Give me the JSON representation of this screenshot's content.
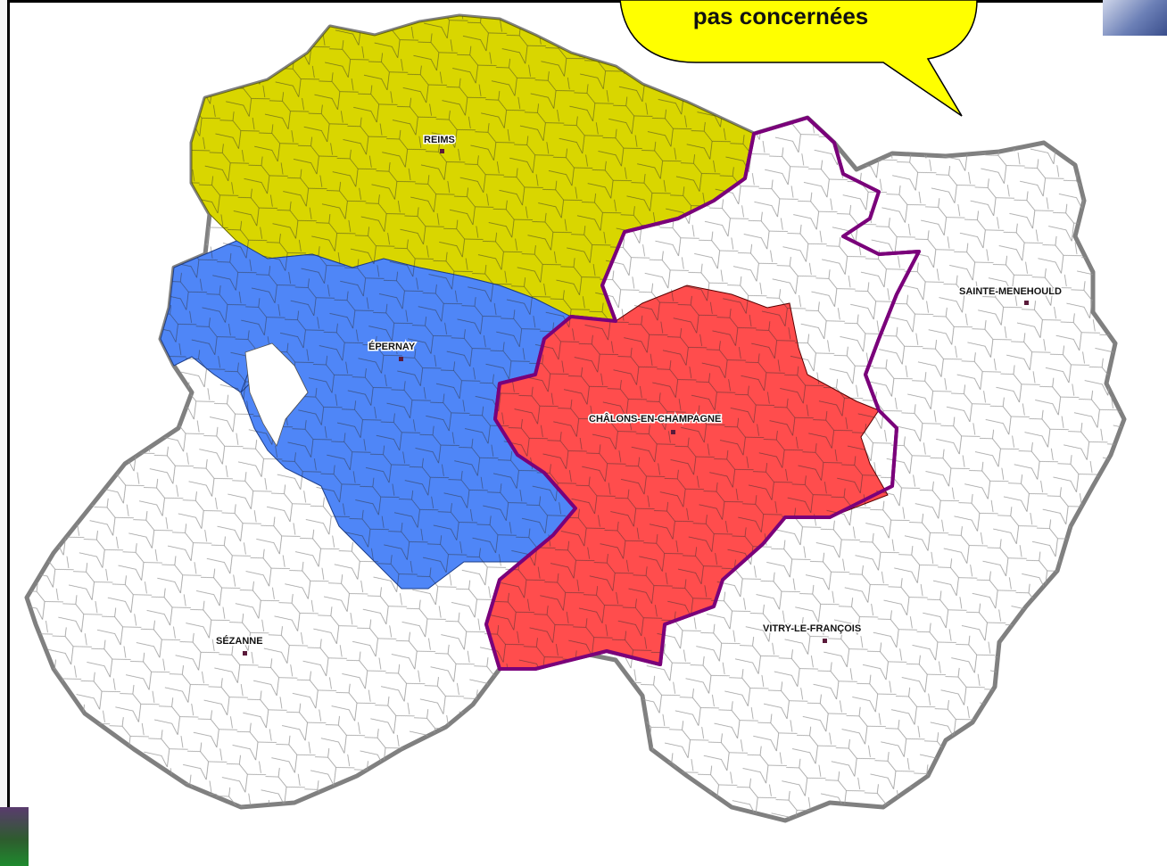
{
  "callout": {
    "text": "pas concernées"
  },
  "cities": {
    "reims": "REIMS",
    "epernay": "ÉPERNAY",
    "chalons": "CHÂLONS-EN-CHAMPAGNE",
    "sainte_menehould": "SAINTE-MENEHOULD",
    "sezanne": "SÉZANNE",
    "vitry": "VITRY-LE-FRANÇOIS"
  },
  "colors": {
    "reims_zone": "#d9d600",
    "epernay_zone": "#4f86f7",
    "chalons_zone": "#ff4d4d",
    "district_border": "#7a007a",
    "department_outline": "#808080",
    "callout_fill": "#ffff00"
  }
}
